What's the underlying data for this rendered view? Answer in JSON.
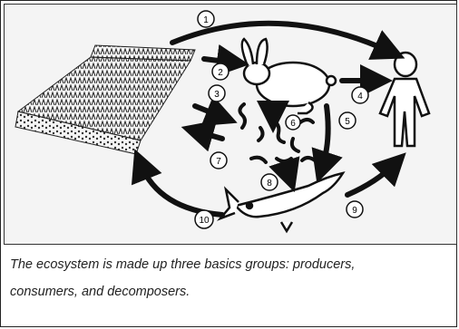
{
  "diagram": {
    "step_labels": [
      "1",
      "2",
      "3",
      "4",
      "5",
      "6",
      "7",
      "8",
      "9",
      "10"
    ],
    "nodes": [
      "producers-plants",
      "consumer-rabbit",
      "decomposers-worms",
      "consumer-human",
      "consumer-fish"
    ]
  },
  "caption": {
    "line1": "The ecosystem is made up three basics groups: producers,",
    "line2": "consumers, and decomposers."
  }
}
